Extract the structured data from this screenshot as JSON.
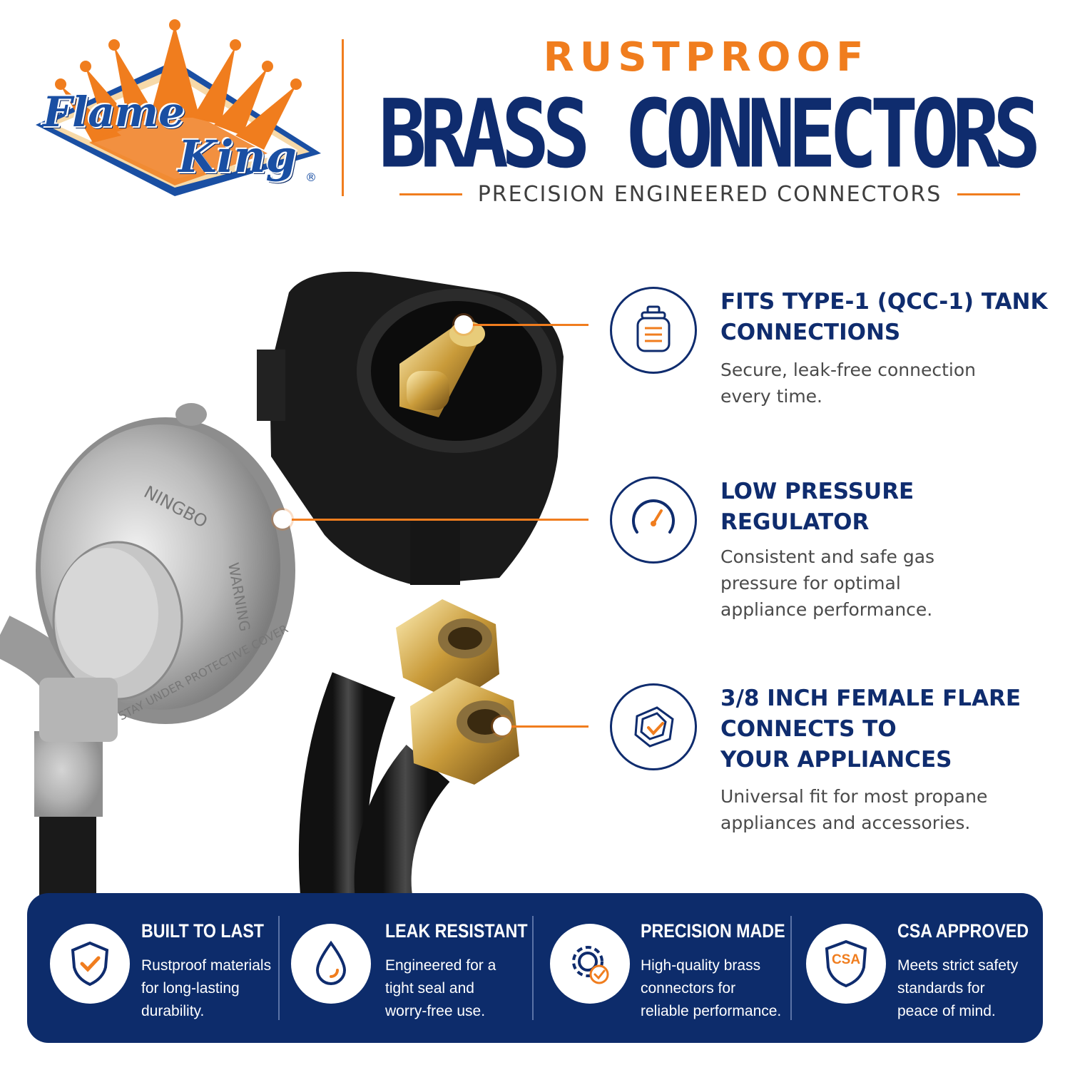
{
  "brand": {
    "logo_word1": "Flame",
    "logo_word2": "King",
    "logo_mark": "®",
    "colors": {
      "navy": "#0f2c6e",
      "orange": "#f07d1e",
      "banner": "#0d2c6b"
    }
  },
  "header": {
    "kicker": "RUSTPROOF",
    "headline": "BRASS CONNECTORS",
    "subheadline": "PRECISION ENGINEERED CONNECTORS"
  },
  "features": [
    {
      "icon": "propane-tank-icon",
      "title_lines": [
        "FITS TYPE-1 (QCC-1) TANK",
        "CONNECTIONS"
      ],
      "desc_lines": [
        "Secure, leak-free connection",
        "every time."
      ]
    },
    {
      "icon": "pressure-gauge-icon",
      "title_lines": [
        "LOW PRESSURE",
        "REGULATOR"
      ],
      "desc_lines": [
        "Consistent and safe gas",
        "pressure for optimal",
        "appliance performance."
      ]
    },
    {
      "icon": "flare-nut-icon",
      "title_lines": [
        "3/8 INCH FEMALE FLARE",
        "CONNECTS TO",
        "YOUR APPLIANCES"
      ],
      "desc_lines": [
        "Universal fit for most propane",
        "appliances and accessories."
      ]
    }
  ],
  "banner": [
    {
      "icon": "shield-check-icon",
      "title": "BUILT TO LAST",
      "desc_lines": [
        "Rustproof materials",
        "for long-lasting",
        "durability."
      ]
    },
    {
      "icon": "water-drop-icon",
      "title": "LEAK RESISTANT",
      "desc_lines": [
        "Engineered for a",
        "tight seal and",
        "worry-free use."
      ]
    },
    {
      "icon": "gear-check-icon",
      "title": "PRECISION MADE",
      "desc_lines": [
        "High-quality brass",
        "connectors for",
        "reliable performance."
      ]
    },
    {
      "icon": "csa-shield-icon",
      "icon_text": "CSA",
      "title": "CSA APPROVED",
      "desc_lines": [
        "Meets strict safety",
        "standards for",
        "peace of mind."
      ]
    }
  ],
  "regulator_markings": {
    "brand_text": "NINGBO",
    "rim_text": "WARNING",
    "bottom_text": "STAY UNDER PROTECTIVE COVER"
  }
}
